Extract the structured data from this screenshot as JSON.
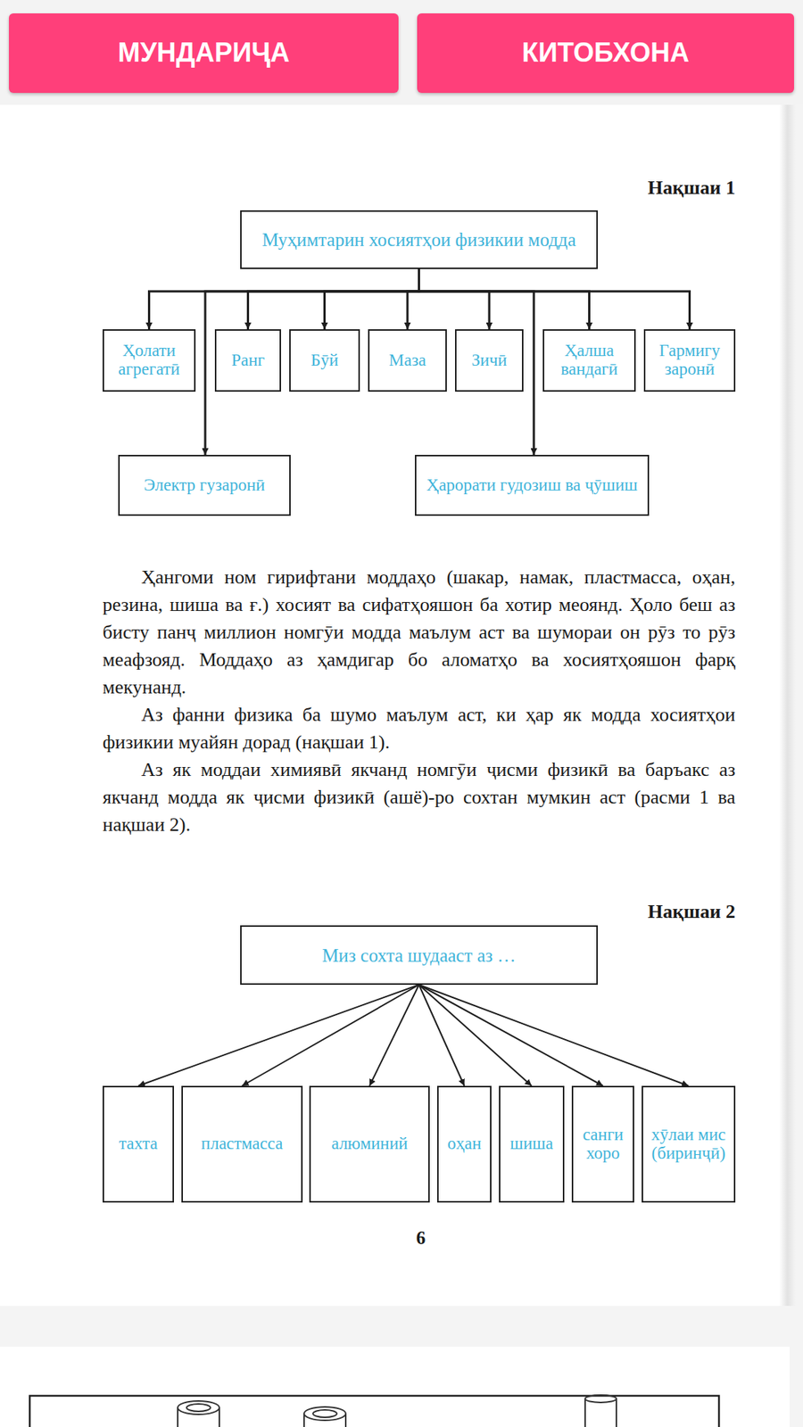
{
  "diagram": {
    "nodes": [
      {
        "text": [
          "МУНДАРИҶА"
        ]
      },
      {
        "text": [
          "КИТОБХОНА"
        ]
      },
      {
        "text": [
          "Муҳимтарин хосиятҳои физикии модда"
        ]
      },
      {
        "text": [
          "Ҳолати агрегатӣ"
        ]
      },
      {
        "text": [
          "Ранг"
        ]
      },
      {
        "text": [
          "Бӯй"
        ]
      },
      {
        "text": [
          "Маза"
        ]
      },
      {
        "text": [
          "Зичӣ"
        ]
      },
      {
        "text": [
          "Ҳалша вандагӣ"
        ]
      },
      {
        "text": [
          "Гармигу заронӣ"
        ]
      },
      {
        "text": [
          "Электр гузаронӣ"
        ]
      },
      {
        "text": [
          "Ҳарорати гудозиш ва ҷӯшиш"
        ]
      },
      {
        "text": [
          "Миз сохта шудааст аз …"
        ]
      },
      {
        "text": [
          "тахта"
        ]
      },
      {
        "text": [
          "пластмасса"
        ]
      },
      {
        "text": [
          "алюминий"
        ]
      },
      {
        "text": [
          "оҳан"
        ]
      },
      {
        "text": [
          "шиша"
        ]
      },
      {
        "text": [
          "санги хоро"
        ]
      },
      {
        "text": [
          "хӯлаи мис (биринҷӣ)"
        ]
      }
    ],
    "edges": [
      {
        "from": 2,
        "to": 3,
        "arrow": "to"
      },
      {
        "from": 2,
        "to": 4,
        "arrow": "to"
      },
      {
        "from": 2,
        "to": 5,
        "arrow": "to"
      },
      {
        "from": 2,
        "to": 6,
        "arrow": "to"
      },
      {
        "from": 2,
        "to": 7,
        "arrow": "to"
      },
      {
        "from": 2,
        "to": 8,
        "arrow": "to"
      },
      {
        "from": 2,
        "to": 9,
        "arrow": "to"
      },
      {
        "from": 2,
        "to": 10,
        "arrow": "to"
      },
      {
        "from": 2,
        "to": 11,
        "arrow": "to"
      },
      {
        "from": 12,
        "to": 13,
        "arrow": "to"
      },
      {
        "from": 12,
        "to": 14,
        "arrow": "to"
      },
      {
        "from": 12,
        "to": 15,
        "arrow": "to"
      },
      {
        "from": 12,
        "to": 16,
        "arrow": "to"
      },
      {
        "from": 12,
        "to": 17,
        "arrow": "to"
      },
      {
        "from": 12,
        "to": 18,
        "arrow": "to"
      },
      {
        "from": 12,
        "to": 19,
        "arrow": "to"
      }
    ],
    "labels": [
      "Нақшаи 1",
      "Ҳангоми ном гирифтани моддаҳо (шакар, намак, пластмасса, оҳан, резина, шиша ва ғ.) хосият ва сифатҳояшон ба хотир меоянд. Ҳоло беш аз бисту панҷ миллион номгӯи модда маълум аст ва шумораи он рӯз то рӯз меафзояд. Моддаҳо аз ҳамдигар бо аломатҳо ва хосиятҳояшон фарқ мекунанд.",
      "Аз фанни физика ба шумо маълум аст, ки ҳар як модда хосиятҳои физикии муайян дорад (нақшаи 1).",
      "Аз як моддаи химиявӣ якчанд номгӯи ҷисми физикӣ ва баръакс аз якчанд модда як ҷисми физикӣ (ашё)-ро сохтан мумкин аст (расми 1 ва нақшаи 2).",
      "Нақшаи 2",
      "6"
    ]
  }
}
